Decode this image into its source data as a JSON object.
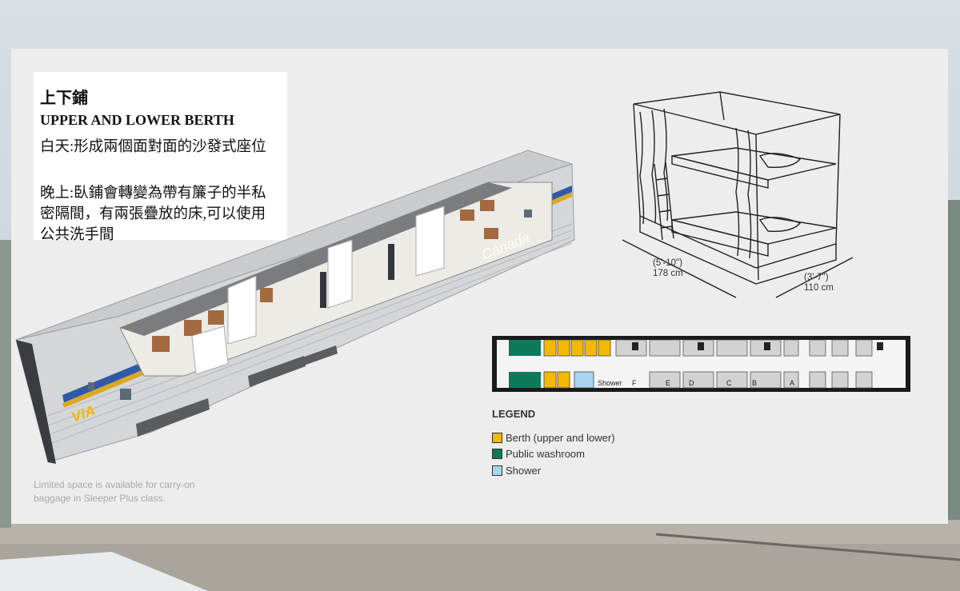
{
  "textbox": {
    "title_zh": "上下鋪",
    "title_en": "UPPER AND LOWER BERTH",
    "day_text": "白天:形成兩個面對面的沙發式座位",
    "night_text": "晚上:臥鋪會轉變為帶有簾子的半私密隔間，有兩張疊放的床,可以使用公共洗手間"
  },
  "caption": {
    "line1": "Limited space is available for carry-on",
    "line2": "baggage in Sleeper Plus class."
  },
  "train_logo": "VIA",
  "train_script": "Canada",
  "dimensions": {
    "length_imperial": "(5'-10\")",
    "length_metric": "178 cm",
    "width_imperial": "(3'-7\")",
    "width_metric": "110 cm"
  },
  "floorplan": {
    "shower_label": "Shower",
    "section_letters": [
      "F",
      "E",
      "D",
      "C",
      "B",
      "A"
    ]
  },
  "legend": {
    "title": "LEGEND",
    "items": [
      {
        "label": "Berth (upper and lower)",
        "color": "#f5b800"
      },
      {
        "label": "Public washroom",
        "color": "#0d7a5a"
      },
      {
        "label": "Shower",
        "color": "#a9d6ee"
      }
    ]
  }
}
